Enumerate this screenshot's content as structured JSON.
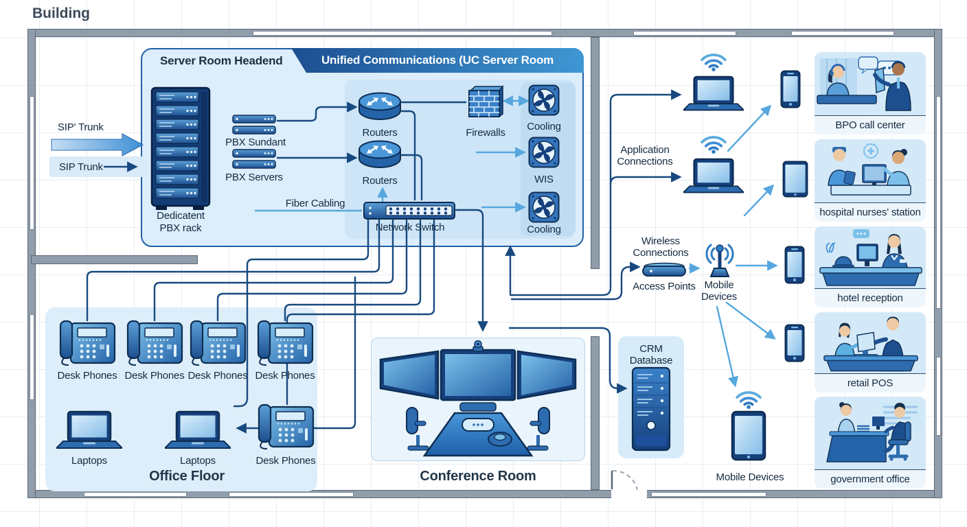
{
  "building": {
    "title": "Building"
  },
  "server_room": {
    "header": "Server Room Headend",
    "uc_header": "Unified Communications (UC Server Room",
    "rack_label_1": "Dedicatent",
    "rack_label_2": "PBX rack",
    "pbx_group_1_label": "PBX Sundant",
    "pbx_group_2_label": "PBX Servers",
    "router_1_label": "Routers",
    "router_2_label": "Routers",
    "firewalls_label": "Firewalls",
    "cooling_1_label": "Cooling",
    "wis_label": "WIS",
    "cooling_2_label": "Cooling",
    "network_switch_label": "Network Switch",
    "fiber_cabling_label": "Fiber Cabling"
  },
  "trunks": {
    "sip_trunk_1": "SIP' Trunk",
    "sip_trunk_2": "SIP Trunk"
  },
  "office_floor": {
    "title": "Office Floor",
    "desk_phone_labels": [
      "Desk Phones",
      "Desk Phones",
      "Desk Phones",
      "Desk Phones",
      "Desk Phones"
    ],
    "laptop_labels": [
      "Laptops",
      "Laptops"
    ]
  },
  "conference_room": {
    "title": "Conference Room"
  },
  "crm": {
    "label_1": "CRM",
    "label_2": "Database"
  },
  "connections": {
    "application_1": "Application",
    "application_2": "Connections",
    "wireless_1": "Wireless",
    "wireless_2": "Connections",
    "access_points_label": "Access Points",
    "mobile_devices_1": "Mobile",
    "mobile_devices_2": "Devices",
    "mobile_devices_bottom": "Mobile Devices"
  },
  "industries": [
    {
      "caption": "BPO call center"
    },
    {
      "caption": "hospital nurses' station"
    },
    {
      "caption": "hotel reception"
    },
    {
      "caption": "retail POS"
    },
    {
      "caption": "government office"
    }
  ],
  "colors": {
    "accent_dark": "#17497f",
    "accent_light": "#56a7de",
    "panel_blue": "#d8ebf9",
    "wall_gray": "#909dab"
  }
}
